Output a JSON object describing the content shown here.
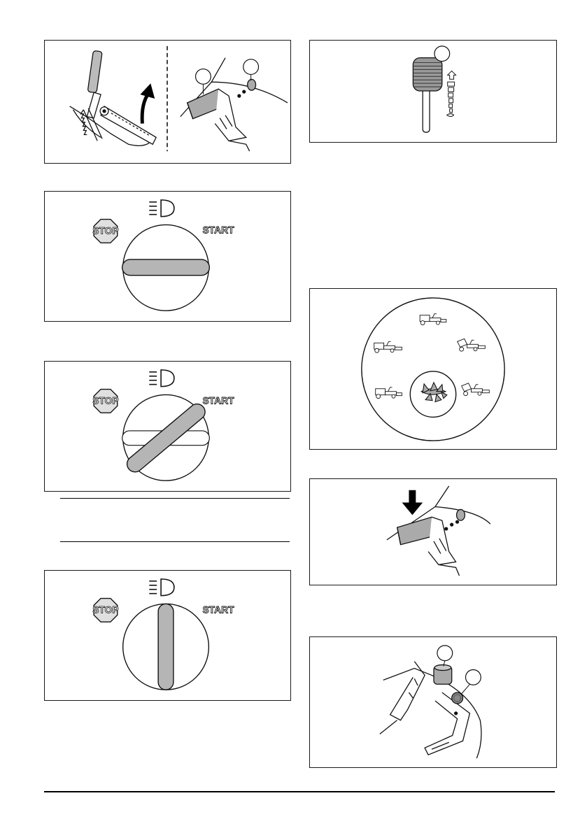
{
  "ignition": {
    "light_icon": "headlight-icon",
    "stop_icon": "stop-sign-icon",
    "stop_label": "STOP",
    "start_label": "START"
  },
  "figures": {
    "brake_lever": "brake-lever-illustration",
    "throttle": "throttle-lever-illustration",
    "mode_dial": "mode-selector-dial-illustration",
    "pedal_press": "pedal-press-illustration",
    "pedal_lock": "pedal-lock-illustration"
  },
  "icons": {
    "arrow": "curved-arrow-icon",
    "down_arrow": "down-arrow-icon",
    "callout": "callout-circle-icon"
  }
}
